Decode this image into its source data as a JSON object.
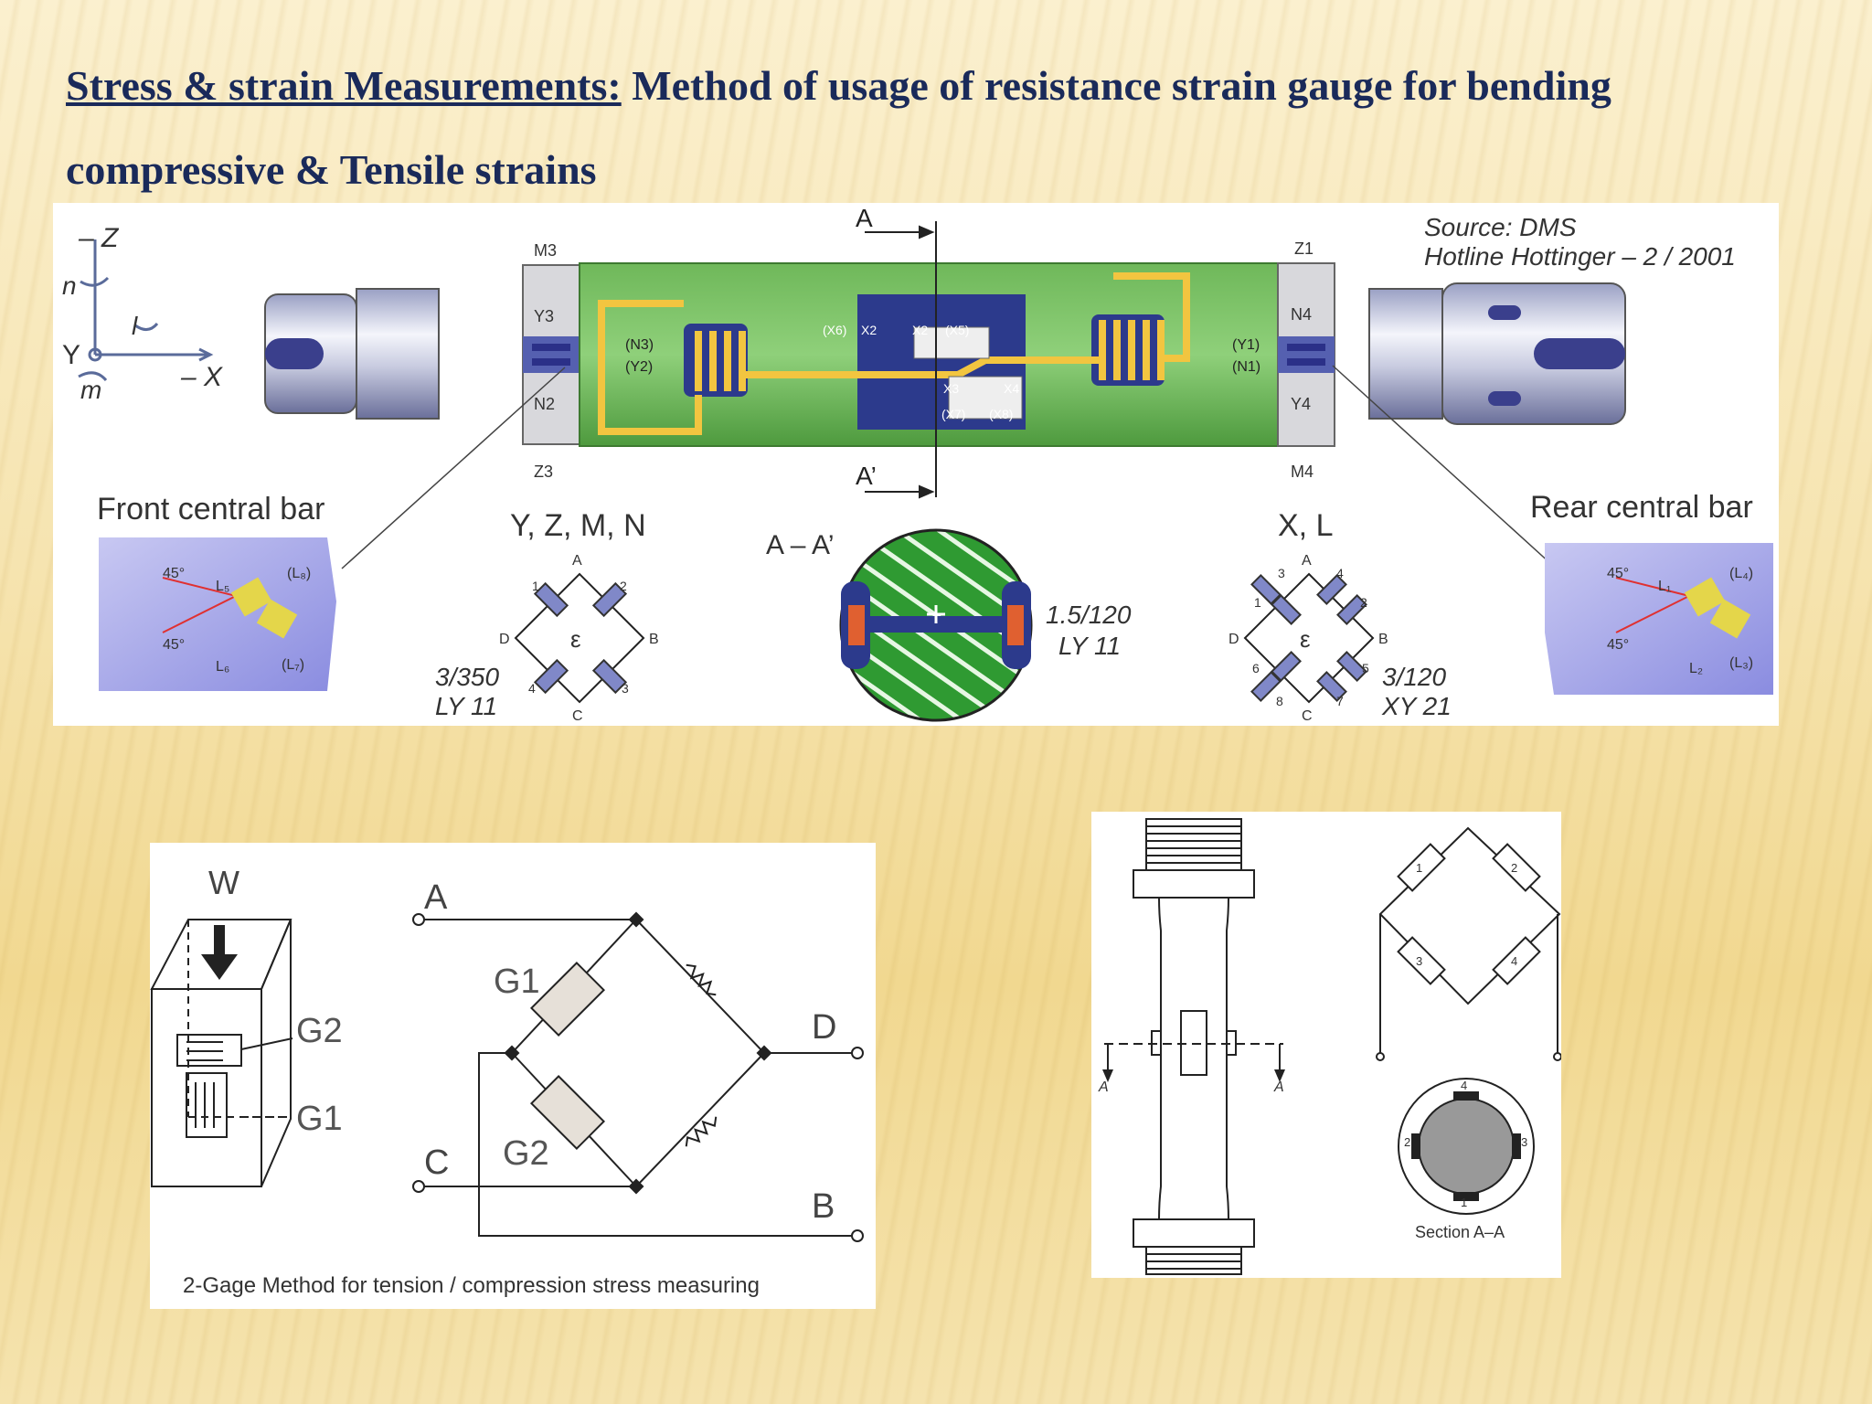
{
  "slide": {
    "title_underlined": "Stress & strain Measurements:",
    "title_rest": " Method of usage of resistance strain gauge for bending compressive & Tensile strains"
  },
  "top_diagram": {
    "source_line1": "Source: DMS",
    "source_line2": "Hotline Hottinger – 2 / 2001",
    "axes": {
      "z": "– Z",
      "x": "– X",
      "y": "Y",
      "n": "n",
      "l": "l",
      "m": "m"
    },
    "section_top": "A",
    "section_bottom": "A’",
    "left_pad": {
      "top": "M3",
      "upper": "Y3",
      "lower": "N2",
      "bottom": "Z3",
      "label1": "(N3)",
      "label2": "(Y2)"
    },
    "right_pad": {
      "top": "Z1",
      "upper": "N4",
      "lower": "Y4",
      "bottom": "M4",
      "label1": "(Y1)",
      "label2": "(N1)"
    },
    "center": {
      "x6": "(X6)",
      "x2a": "X2",
      "x2b": "X2",
      "x5": "(X5)",
      "x3": "X3",
      "x4": "X4",
      "x7": "(X7)",
      "x8": "(X8)"
    },
    "front_bar_label": "Front central bar",
    "rear_bar_label": "Rear central bar",
    "front_bar": {
      "angle1": "45°",
      "angle2": "45°",
      "l5": "L₅",
      "l6": "L₆",
      "l8": "(L₈)",
      "l7": "(L₇)"
    },
    "rear_bar": {
      "angle1": "45°",
      "angle2": "45°",
      "l1": "L₁",
      "l2": "L₂",
      "l4": "(L₄)",
      "l3": "(L₃)"
    },
    "bridge_left": {
      "title": "Y, Z, M, N",
      "spec1": "3/350",
      "spec2": "LY 11",
      "node_a": "A",
      "node_b": "B",
      "node_c": "C",
      "node_d": "D",
      "g1": "1",
      "g2": "2",
      "g3": "3",
      "g4": "4",
      "eps": "ε"
    },
    "section": {
      "title": "A – A’",
      "spec1": "1.5/120",
      "spec2": "LY 11"
    },
    "bridge_right": {
      "title": "X, L",
      "spec1": "3/120",
      "spec2": "XY 21",
      "node_a": "A",
      "node_b": "B",
      "node_c": "C",
      "node_d": "D",
      "g1": "1",
      "g2": "2",
      "g3": "3",
      "g4": "4",
      "g5": "5",
      "g6": "6",
      "g7": "7",
      "g8": "8",
      "eps": "ε"
    }
  },
  "bottom_left": {
    "load": "W",
    "g1": "G1",
    "g2": "G2",
    "bridge_g1": "G1",
    "bridge_g2": "G2",
    "terminal_a": "A",
    "terminal_b": "B",
    "terminal_c": "C",
    "terminal_d": "D",
    "caption": "2-Gage Method for tension / compression stress measuring"
  },
  "bottom_right": {
    "cut_left": "A",
    "cut_right": "A",
    "gauge1": "1",
    "gauge2": "2",
    "gauge3": "3",
    "gauge4": "4",
    "ring1": "1",
    "ring2": "2",
    "ring3": "3",
    "ring4": "4",
    "section_label": "Section A–A"
  }
}
